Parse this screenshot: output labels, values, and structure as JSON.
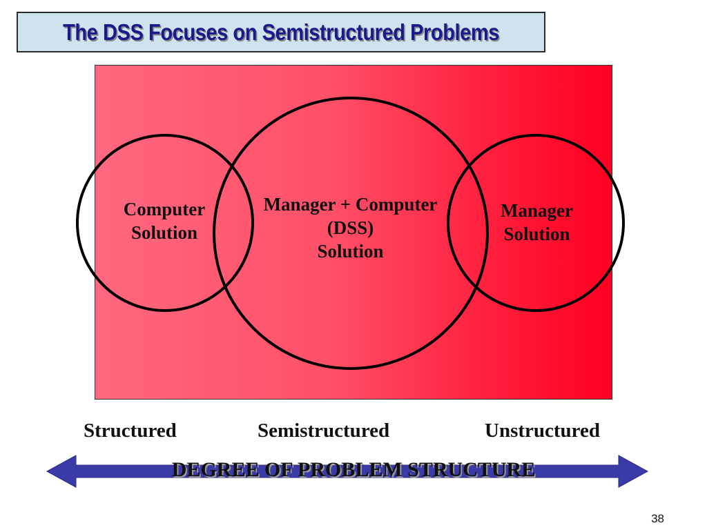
{
  "title": "The DSS Focuses on Semistructured Problems",
  "diagram": {
    "circles": [
      {
        "id": "computer",
        "label_lines": [
          "Computer",
          "Solution"
        ]
      },
      {
        "id": "dss",
        "label_lines": [
          "Manager + Computer",
          "(DSS)",
          "Solution"
        ]
      },
      {
        "id": "manager",
        "label_lines": [
          "Manager",
          "Solution"
        ]
      }
    ],
    "axis": {
      "labels": [
        "Structured",
        "Semistructured",
        "Unstructured"
      ],
      "caption": "DEGREE OF PROBLEM STRUCTURE"
    },
    "colors": {
      "title_background": "#cfe3ee",
      "title_text": "#1a1a8c",
      "panel_light": "#ff6880",
      "panel_dark": "#ff0022",
      "arrow": "#3b3ba8",
      "circle_stroke": "#000000"
    }
  },
  "page_number": "38"
}
